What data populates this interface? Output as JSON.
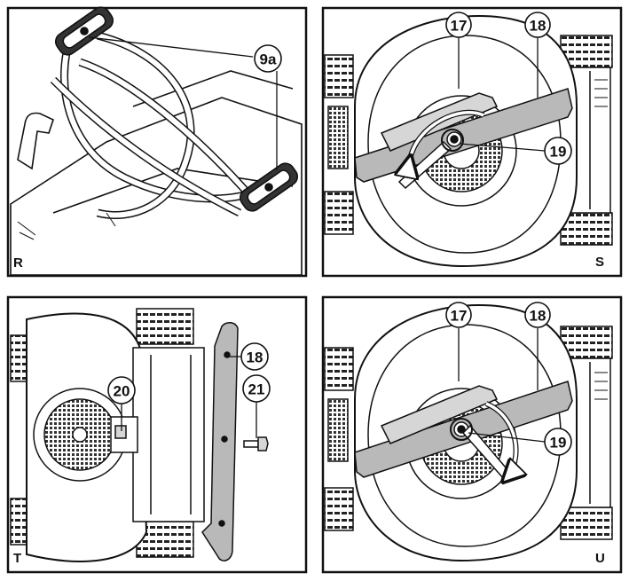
{
  "panels": {
    "r": {
      "letter": "R",
      "callout_9a": "9a"
    },
    "s": {
      "letter": "S",
      "callout_17": "17",
      "callout_18": "18",
      "callout_19": "19"
    },
    "t": {
      "letter": "T",
      "callout_18": "18",
      "callout_20": "20",
      "callout_21": "21"
    },
    "u": {
      "letter": "U",
      "callout_17": "17",
      "callout_18": "18",
      "callout_19": "19"
    }
  },
  "colors": {
    "ink": "#111111",
    "blade": "#b9b9b9",
    "light_gray": "#d6d6d6",
    "paper": "#ffffff"
  }
}
